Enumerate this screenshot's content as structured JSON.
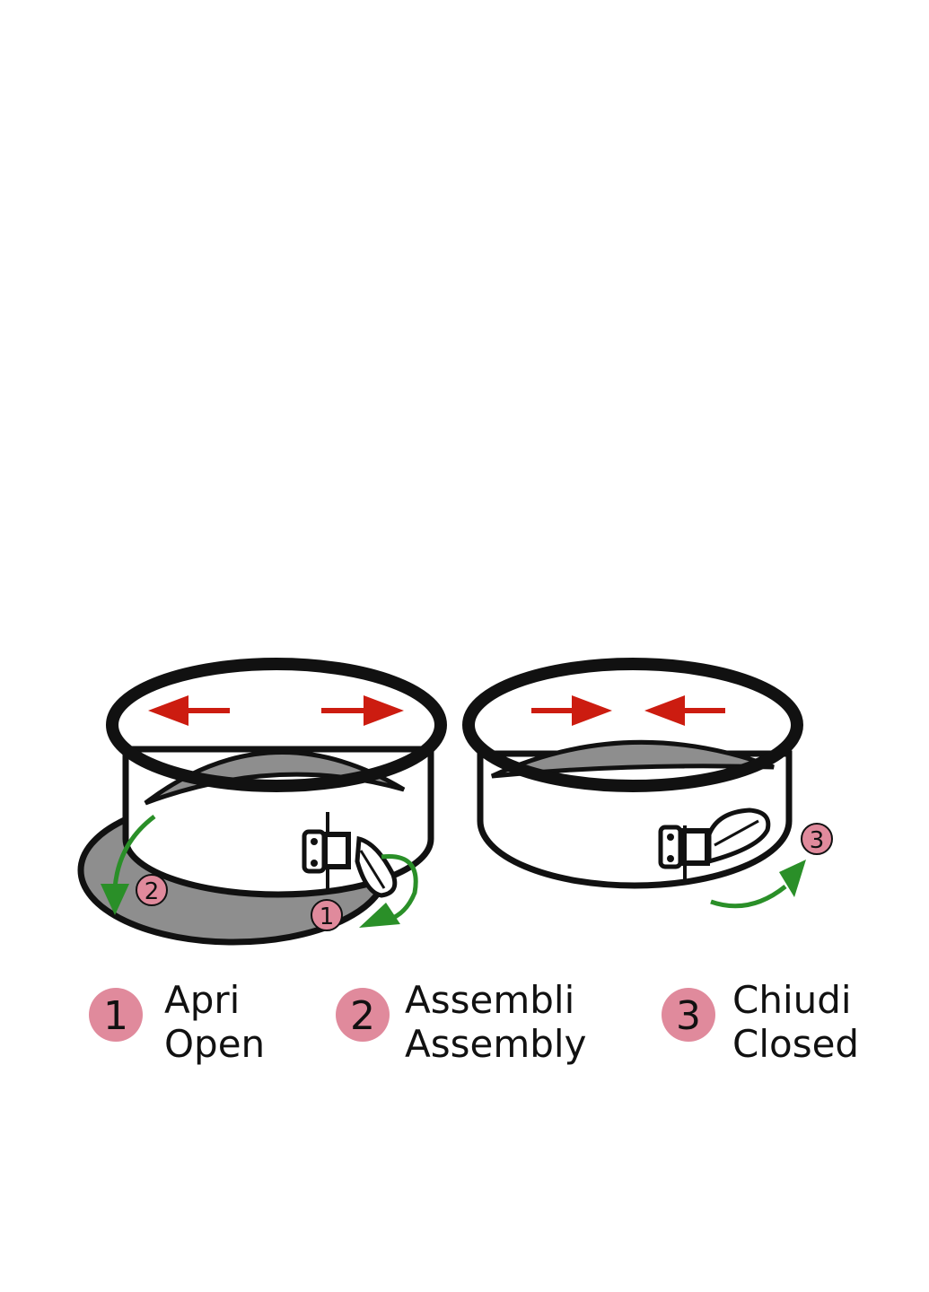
{
  "colors": {
    "outline": "#111111",
    "pan_fill": "#ffffff",
    "base_fill": "#8e8e8e",
    "arrow_red": "#cc1c10",
    "arrow_green": "#2a8f28",
    "badge_pink": "#e08a9c"
  },
  "diagram_markers": {
    "open_latch_badge": "1",
    "open_base_badge": "2",
    "closed_latch_badge": "3"
  },
  "legend": [
    {
      "number": "1",
      "italian": "Apri",
      "english": "Open"
    },
    {
      "number": "2",
      "italian": "Assembli",
      "english": "Assembly"
    },
    {
      "number": "3",
      "italian": "Chiudi",
      "english": "Closed"
    }
  ]
}
